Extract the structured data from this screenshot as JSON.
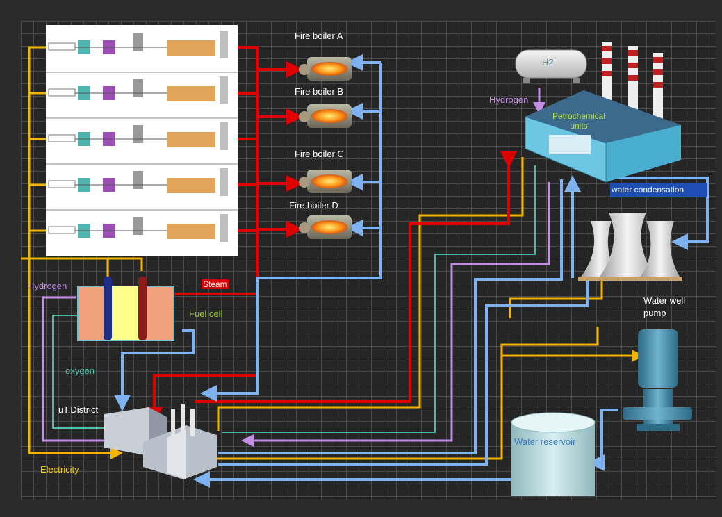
{
  "boilers": [
    {
      "label": "Fire boiler  A"
    },
    {
      "label": "Fire boiler  B"
    },
    {
      "label": "Fire boiler  C"
    },
    {
      "label": "Fire boiler    D"
    }
  ],
  "labels": {
    "h2": "H2",
    "hydrogen_top": "Hydrogen",
    "petrochemical": "Petrochemical units",
    "water_condensation": "water condensation",
    "hydrogen_left": "Hydrogen",
    "steam": "Steam",
    "fuel_cell": "Fuel cell",
    "oxygen": "oxygen",
    "district": "uT.District",
    "electricity": "Electricity",
    "water_well_pump": "Water well pump",
    "water_reservoir": "Water reservoir"
  },
  "colors": {
    "electricity": "#f5b400",
    "steam": "#e00000",
    "water": "#7fb2f0",
    "hydrogen": "#c48ee6",
    "oxygen": "#45c0a6",
    "fuel_cell_label": "#9acd32",
    "water_condensation_box": "#1f4fb5"
  }
}
